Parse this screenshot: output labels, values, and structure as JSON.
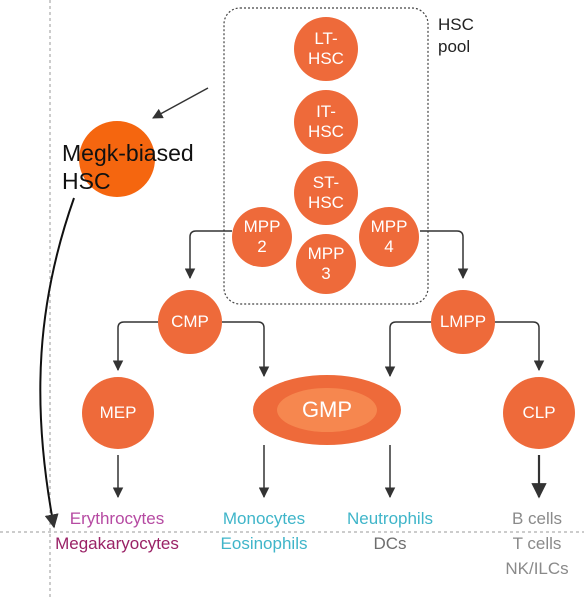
{
  "pool_label": "HSC\npool",
  "megk_label": "Megk-biased\nHSC",
  "nodes": {
    "lt_hsc": "LT-\nHSC",
    "it_hsc": "IT-\nHSC",
    "st_hsc": "ST-\nHSC",
    "mpp2": "MPP\n2",
    "mpp3": "MPP\n3",
    "mpp4": "MPP\n4",
    "cmp": "CMP",
    "lmpp": "LMPP",
    "mep": "MEP",
    "gmp": "GMP",
    "clp": "CLP"
  },
  "outputs": {
    "mep": [
      "Erythrocytes",
      "Megakaryocytes"
    ],
    "gmp_left": [
      "Monocytes",
      "Eosinophils"
    ],
    "gmp_right": [
      "Neutrophils",
      "DCs"
    ],
    "clp": [
      "B cells",
      "T cells",
      "NK/ILCs"
    ]
  },
  "colors": {
    "node": "#ee6a3a",
    "megk": "#f5660f",
    "gmp_inner": "#f6874f",
    "erythro": "#b64aa2",
    "megakaryo": "#9a2266",
    "myeloid": "#3fb5c9",
    "dcs": "#6e6e6e",
    "lymphoid": "#8a8a8a",
    "arrow": "#333333",
    "dashed": "#9a9a9a"
  }
}
